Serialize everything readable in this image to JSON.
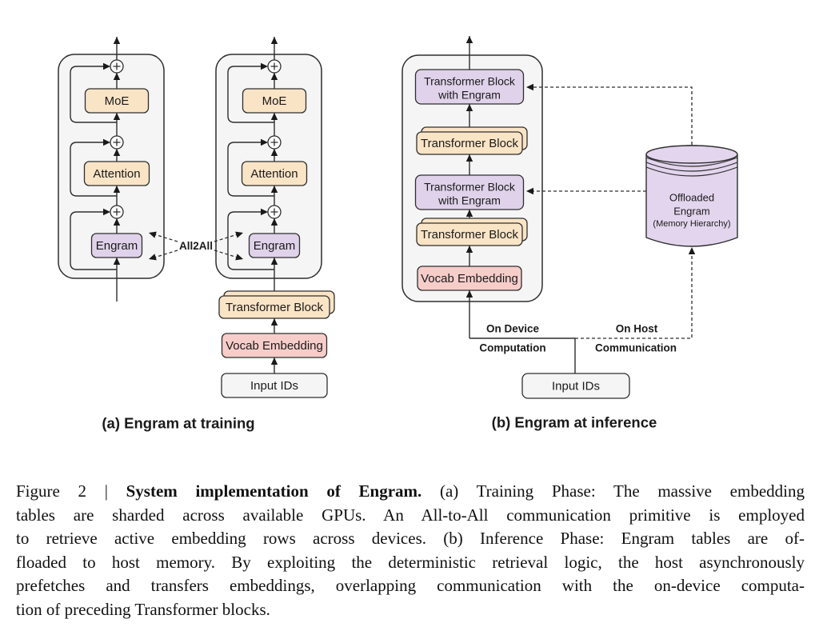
{
  "figure": {
    "panel_a": {
      "caption": "(a) Engram at training",
      "all2all_label": "All2All",
      "labels": {
        "moe": "MoE",
        "attention": "Attention",
        "engram": "Engram",
        "transformer_block": "Transformer Block",
        "vocab_embedding": "Vocab Embedding",
        "input_ids": "Input IDs"
      }
    },
    "panel_b": {
      "caption": "(b) Engram at inference",
      "labels": {
        "tb_engram_line1": "Transformer Block",
        "tb_engram_line2": "with Engram",
        "transformer_block": "Transformer Block",
        "vocab_embedding": "Vocab Embedding",
        "input_ids": "Input IDs",
        "on_device_line1": "On Device",
        "on_device_line2": "Computation",
        "on_host_line1": "On Host",
        "on_host_line2": "Communication"
      },
      "cylinder": {
        "line1": "Offloaded",
        "line2": "Engram",
        "line3": "(Memory Hierarchy)"
      }
    },
    "colors": {
      "orange_fill": "#fae4c6",
      "purple_fill": "#dfd2ea",
      "pink_fill": "#f7cdca",
      "gray_fill": "#f5f5f5",
      "stroke": "#2e2e2e"
    }
  },
  "caption": {
    "line1_prefix": "Figure 2 | ",
    "line1_bold": "System implementation of Engram.",
    "line1_rest": " (a) Training Phase: The massive embedding",
    "line2": "tables are sharded across available GPUs. An All-to-All communication primitive is employed",
    "line3": "to retrieve active embedding rows across devices. (b) Inference Phase: Engram tables are of-",
    "line4": "floaded to host memory. By exploiting the deterministic retrieval logic, the host asynchronously",
    "line5": "prefetches and transfers embeddings, overlapping communication with the on-device computa-",
    "line6": "tion of preceding Transformer blocks."
  }
}
